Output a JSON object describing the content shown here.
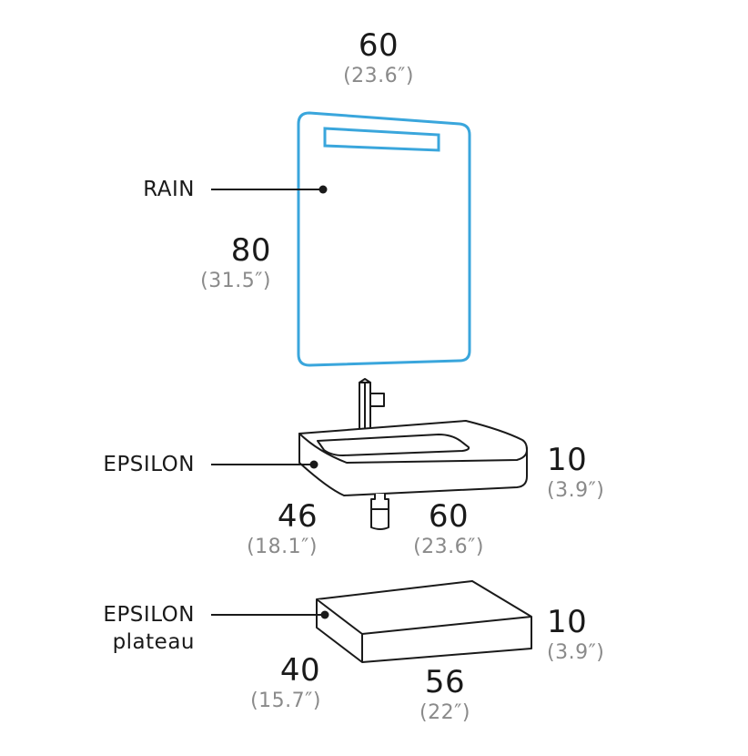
{
  "colors": {
    "mirror_outline": "#3aa6dc",
    "line": "#1a1a1a",
    "secondary_text": "#8a8a8a",
    "background": "#ffffff"
  },
  "mirror": {
    "label": "RAIN",
    "width": "60",
    "width_in": "(23.6″)",
    "height": "80",
    "height_in": "(31.5″)"
  },
  "basin": {
    "label": "EPSILON",
    "thickness": "10",
    "thickness_in": "(3.9″)",
    "depth": "46",
    "depth_in": "(18.1″)",
    "width": "60",
    "width_in": "(23.6″)"
  },
  "plateau": {
    "label_line1": "EPSILON",
    "label_line2": "plateau",
    "thickness": "10",
    "thickness_in": "(3.9″)",
    "depth": "40",
    "depth_in": "(15.7″)",
    "width": "56",
    "width_in": "(22″)"
  }
}
